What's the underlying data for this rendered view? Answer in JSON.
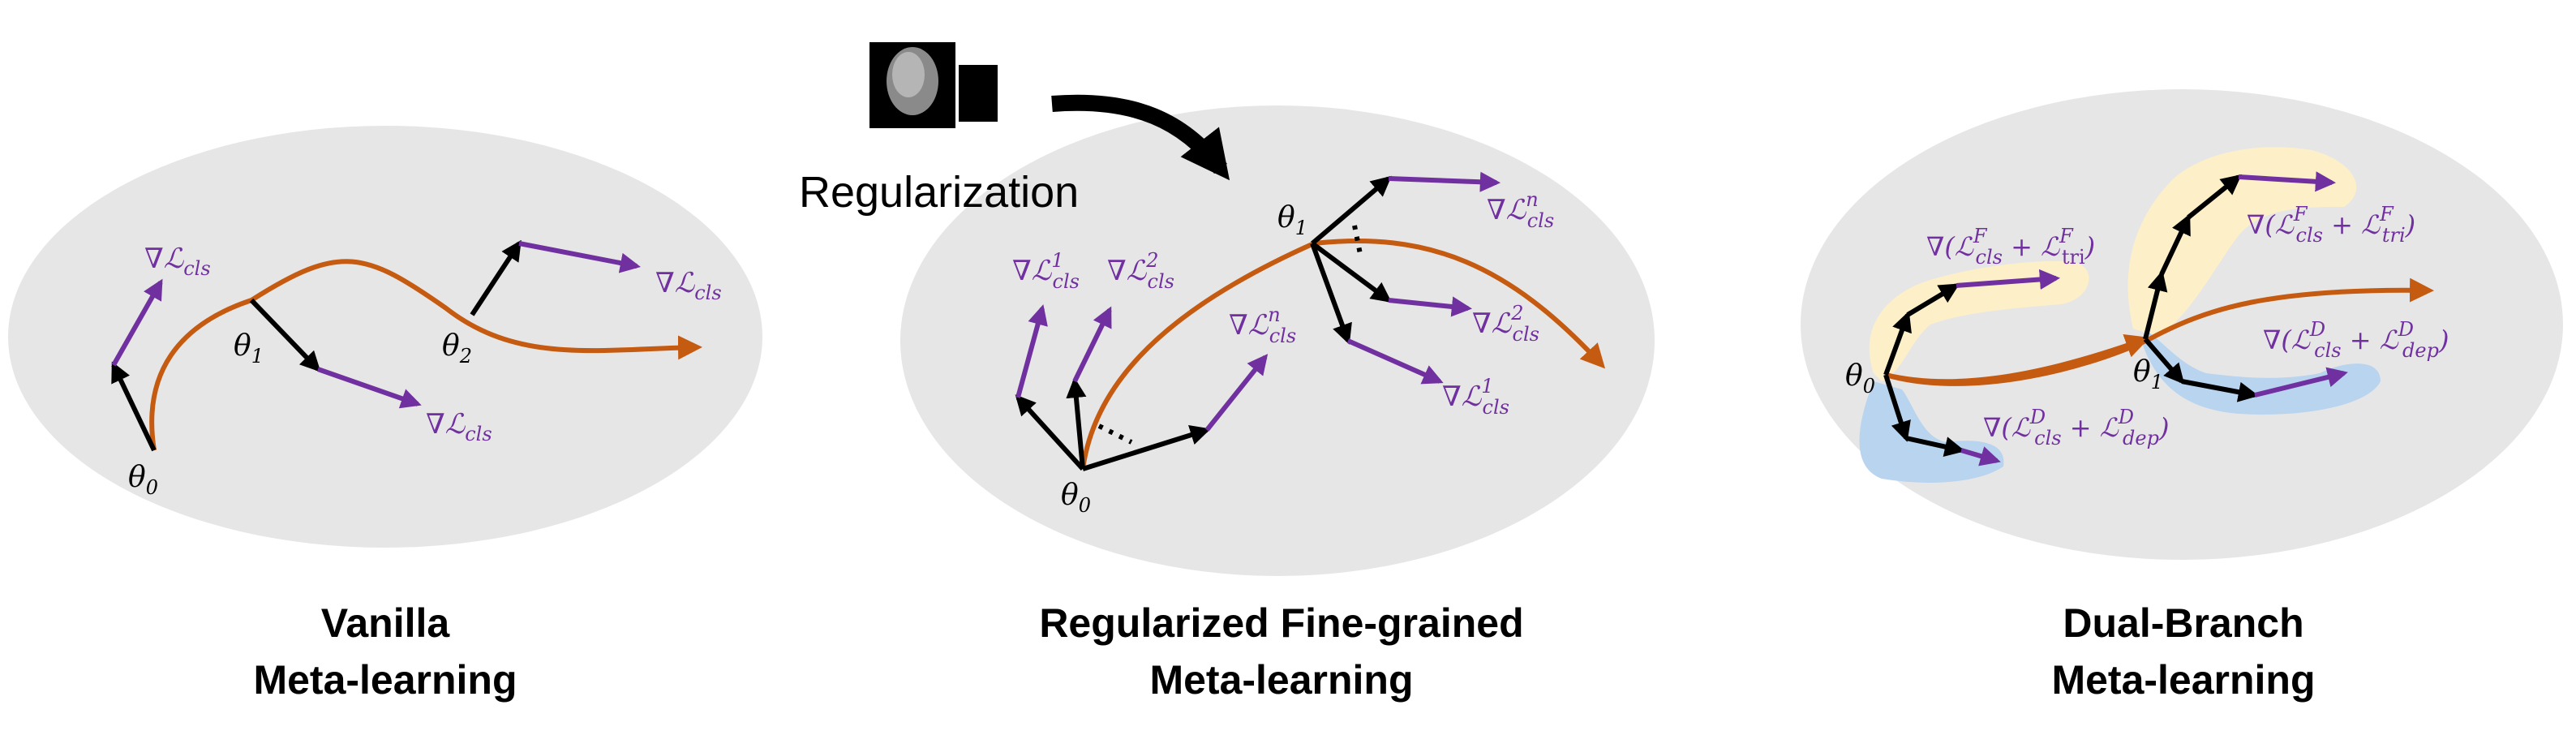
{
  "colors": {
    "ellipse_fill": "#e7e6e6",
    "trajectory": "#c55a11",
    "gradient_arrow": "#7030a0",
    "step_arrow": "#000000",
    "feature_branch_highlight": "#fdf0c8",
    "depth_branch_highlight": "#b8d4ef"
  },
  "panels": {
    "vanilla": {
      "title_line1": "Vanilla",
      "title_line2": "Meta-learning",
      "grad": "∇ℒ",
      "grad_sub": "cls",
      "theta": "θ",
      "theta0_sub": "0",
      "theta1_sub": "1",
      "theta2_sub": "2"
    },
    "regularized": {
      "title_line1": "Regularized Fine-grained",
      "title_line2": "Meta-learning",
      "reg_label": "Regularization",
      "reg_icon": "face-depth-map-icon",
      "grad": "∇ℒ",
      "grad_sub": "cls",
      "sup1": "1",
      "sup2": "2",
      "supn": "n",
      "theta": "θ",
      "theta0_sub": "0",
      "theta1_sub": "1"
    },
    "dual": {
      "title_line1": "Dual-Branch",
      "title_line2": "Meta-learning",
      "open": "∇(ℒ",
      "plus": " + ℒ",
      "close": ")",
      "sub_cls": "cls",
      "sub_tri_roman": "tri",
      "sub_tri_italic": "tri",
      "sub_dep": "dep",
      "sup_F": "F",
      "sup_D": "D",
      "theta": "θ",
      "theta0_sub": "0",
      "theta1_sub": "1"
    }
  }
}
